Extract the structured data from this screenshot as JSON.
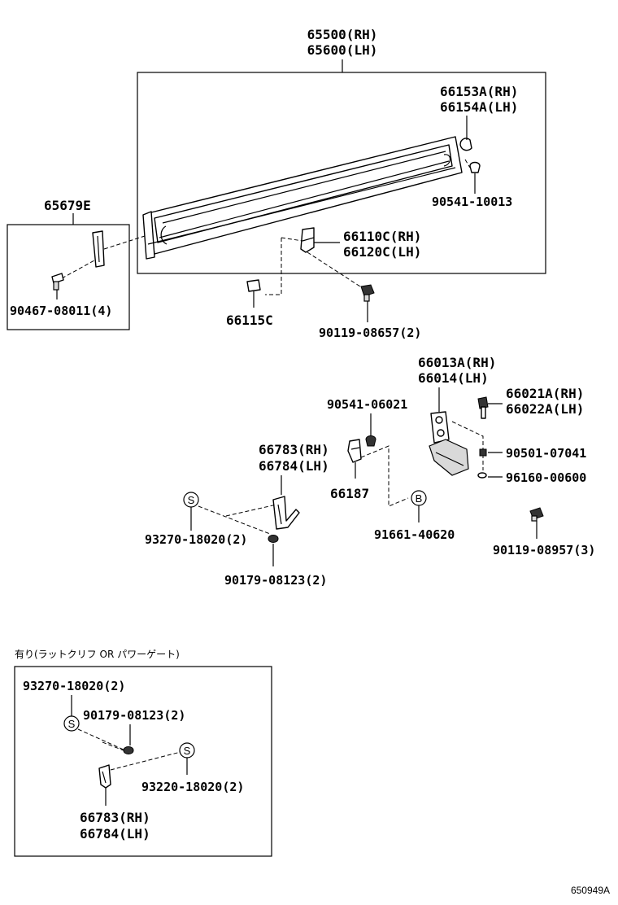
{
  "labels": {
    "p65500": "65500(RH)",
    "p65600": "65600(LH)",
    "p66153A": "66153A(RH)",
    "p66154A": "66154A(LH)",
    "p90541_10013": "90541-10013",
    "p65679E": "65679E",
    "p66110C": "66110C(RH)",
    "p66120C": "66120C(LH)",
    "p90467": "90467-08011(4)",
    "p66115C": "66115C",
    "p90119_08657": "90119-08657(2)",
    "p66013A": "66013A(RH)",
    "p66014": "66014(LH)",
    "p66021A": "66021A(RH)",
    "p66022A": "66022A(LH)",
    "p90541_06021": "90541-06021",
    "p66783": "66783(RH)",
    "p66784": "66784(LH)",
    "p90501": "90501-07041",
    "p96160": "96160-00600",
    "p66187": "66187",
    "p93270": "93270-18020(2)",
    "p91661": "91661-40620",
    "p90119_08957": "90119-08957(3)",
    "p90179": "90179-08123(2)"
  },
  "symbols": {
    "s": "S",
    "b": "B"
  },
  "inset": {
    "note": "有り(ラットクリフ OR パワーゲート)",
    "p93270": "93270-18020(2)",
    "p90179": "90179-08123(2)",
    "p93220": "93220-18020(2)",
    "p66783": "66783(RH)",
    "p66784": "66784(LH)"
  },
  "figure_code": "650949A"
}
